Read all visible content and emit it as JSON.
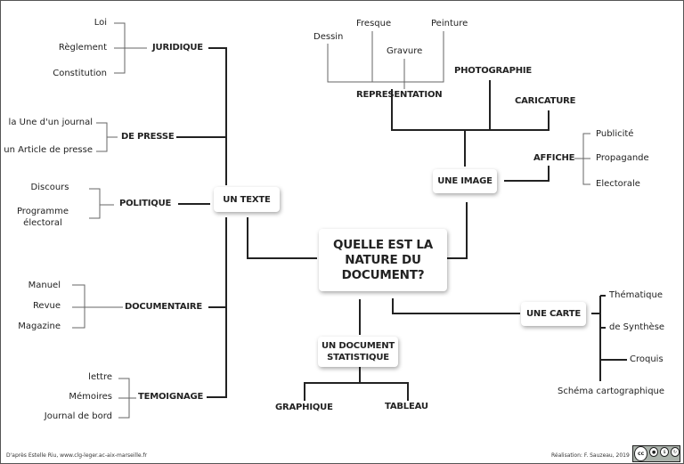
{
  "center": {
    "line1": "QUELLE EST LA",
    "line2": "NATURE DU",
    "line3": "DOCUMENT?"
  },
  "texte": {
    "label": "UN TEXTE",
    "juridique": {
      "label": "JURIDIQUE",
      "items": [
        "Loi",
        "Règlement",
        "Constitution"
      ]
    },
    "presse": {
      "label": "DE PRESSE",
      "items": [
        "la Une d'un journal",
        "un Article de presse"
      ]
    },
    "politique": {
      "label": "POLITIQUE",
      "items": [
        "Discours",
        "Programme",
        "électoral"
      ]
    },
    "documentaire": {
      "label": "DOCUMENTAIRE",
      "items": [
        "Manuel",
        "Revue",
        "Magazine"
      ]
    },
    "temoignage": {
      "label": "TEMOIGNAGE",
      "items": [
        "lettre",
        "Mémoires",
        "Journal de bord"
      ]
    }
  },
  "image": {
    "label": "UNE IMAGE",
    "representation": {
      "label": "REPRESENTATION",
      "items": [
        "Dessin",
        "Fresque",
        "Gravure",
        "Peinture"
      ]
    },
    "photographie": "PHOTOGRAPHIE",
    "caricature": "CARICATURE",
    "affiche": {
      "label": "AFFICHE",
      "items": [
        "Publicité",
        "Propagande",
        "Electorale"
      ]
    }
  },
  "carte": {
    "label": "UNE CARTE",
    "items": [
      "Thématique",
      "de Synthèse",
      "Croquis",
      "Schéma cartographique"
    ]
  },
  "statistique": {
    "line1": "UN DOCUMENT",
    "line2": "STATISTIQUE",
    "items": [
      "GRAPHIQUE",
      "TABLEAU"
    ]
  },
  "footer": {
    "credit_left": "D'après Estelle Riu, www.clg-leger.ac-aix-marseille.fr",
    "credit_right": "Réalisation: F. Sauzeau, 2019",
    "license": {
      "logo": "cc",
      "icons": [
        "by",
        "nc",
        "sa"
      ]
    }
  },
  "colors": {
    "line_dark": "#222222",
    "line_light": "#666666",
    "box_bg": "#ffffff"
  }
}
